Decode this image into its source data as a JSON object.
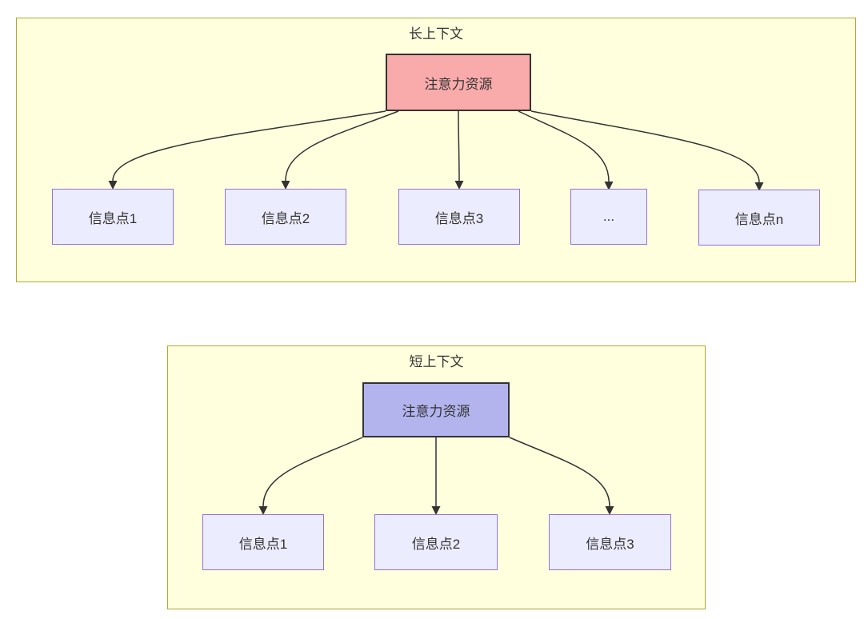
{
  "diagram": {
    "type": "flowchart-comparison",
    "clusters": [
      {
        "title": "长上下文",
        "root": {
          "label": "注意力资源",
          "fill": "#f9abab"
        },
        "children": [
          {
            "label": "信息点1"
          },
          {
            "label": "信息点2"
          },
          {
            "label": "信息点3"
          },
          {
            "label": "..."
          },
          {
            "label": "信息点n"
          }
        ]
      },
      {
        "title": "短上下文",
        "root": {
          "label": "注意力资源",
          "fill": "#b3b3ee"
        },
        "children": [
          {
            "label": "信息点1"
          },
          {
            "label": "信息点2"
          },
          {
            "label": "信息点3"
          }
        ]
      }
    ],
    "colors": {
      "cluster_fill": "#ffffde",
      "cluster_border": "#aaaa33",
      "info_node_fill": "#ececff",
      "info_node_border": "#9370db",
      "root_node_border": "#333333",
      "long_root_fill": "#f9abab",
      "short_root_fill": "#b3b3ee",
      "edge": "#333333",
      "text": "#333333"
    }
  }
}
